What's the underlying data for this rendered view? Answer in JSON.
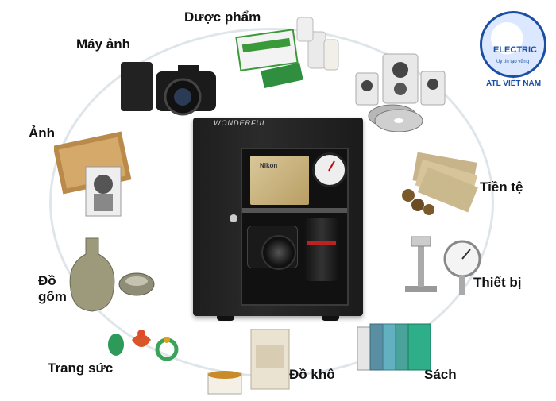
{
  "labels": {
    "duoc_pham": "Dược phẩm",
    "may_anh": "Máy ảnh",
    "anh": "Ảnh",
    "tien_te": "Tiền tệ",
    "thiet_bi": "Thiết bị",
    "do_gom_1": "Đồ",
    "do_gom_2": "gốm",
    "trang_suc": "Trang sức",
    "do_kho": "Đồ khô",
    "sach": "Sách"
  },
  "logo": {
    "word": "ELECTRIC",
    "tagline": "Uy tín tạo vững",
    "company": "ATL VIỆT NAM"
  },
  "cabinet": {
    "brand": "WONDERFUL",
    "box_label": "Nikon"
  }
}
